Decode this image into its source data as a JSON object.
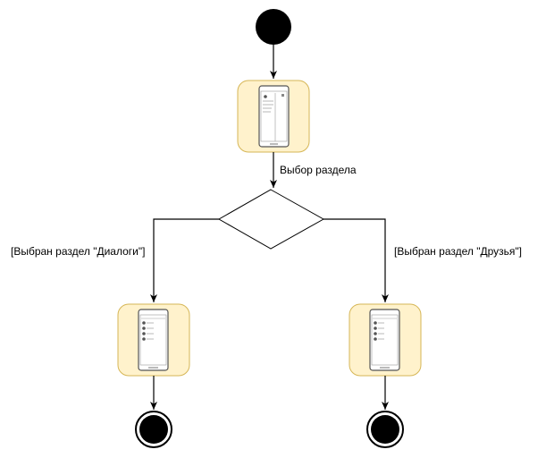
{
  "diagram": {
    "edge_labels": {
      "select_section": "Выбор раздела",
      "dialogs_chosen": "[Выбран раздел \"Диалоги\"]",
      "friends_chosen": "[Выбран раздел \"Друзья\"]"
    },
    "colors": {
      "state_fill": "#fff2cc",
      "state_stroke": "#d6b656",
      "line": "#000000"
    }
  }
}
